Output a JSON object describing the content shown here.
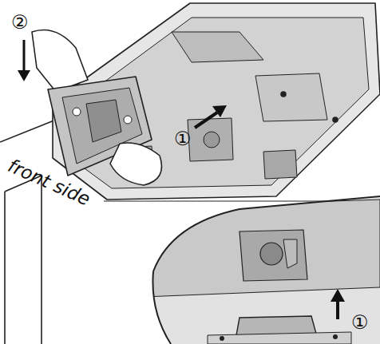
{
  "diagram": {
    "labels": [
      "②",
      "①",
      "front side",
      "①"
    ]
  }
}
